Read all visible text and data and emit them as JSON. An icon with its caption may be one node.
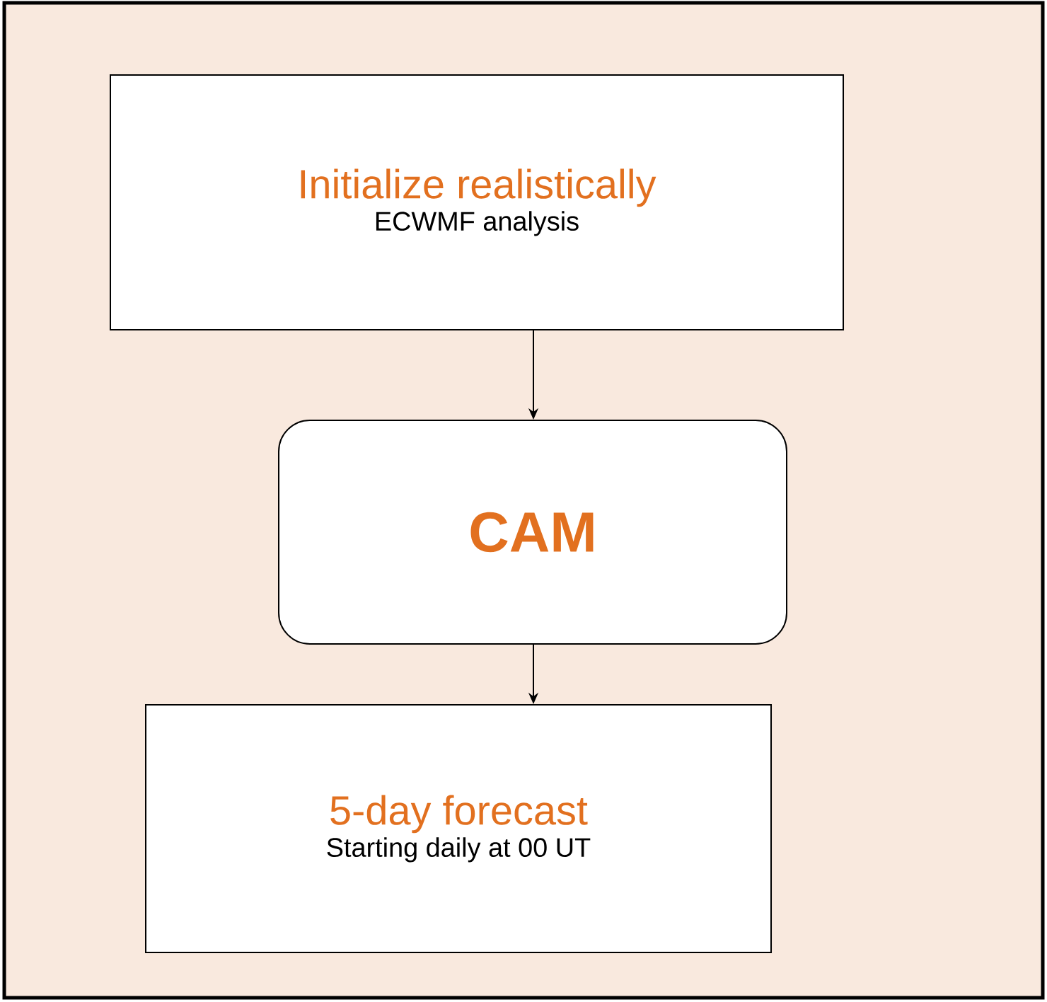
{
  "diagram": {
    "nodes": [
      {
        "text": [
          "Initialize realistically",
          "ECWMF analysis"
        ]
      },
      {
        "text": [
          "CAM"
        ]
      },
      {
        "text": [
          "5-day forecast",
          "Starting daily at 00 UT"
        ]
      }
    ],
    "edges": [
      {
        "from": 0,
        "to": 1,
        "arrow": "to"
      },
      {
        "from": 1,
        "to": 2,
        "arrow": "to"
      }
    ]
  }
}
